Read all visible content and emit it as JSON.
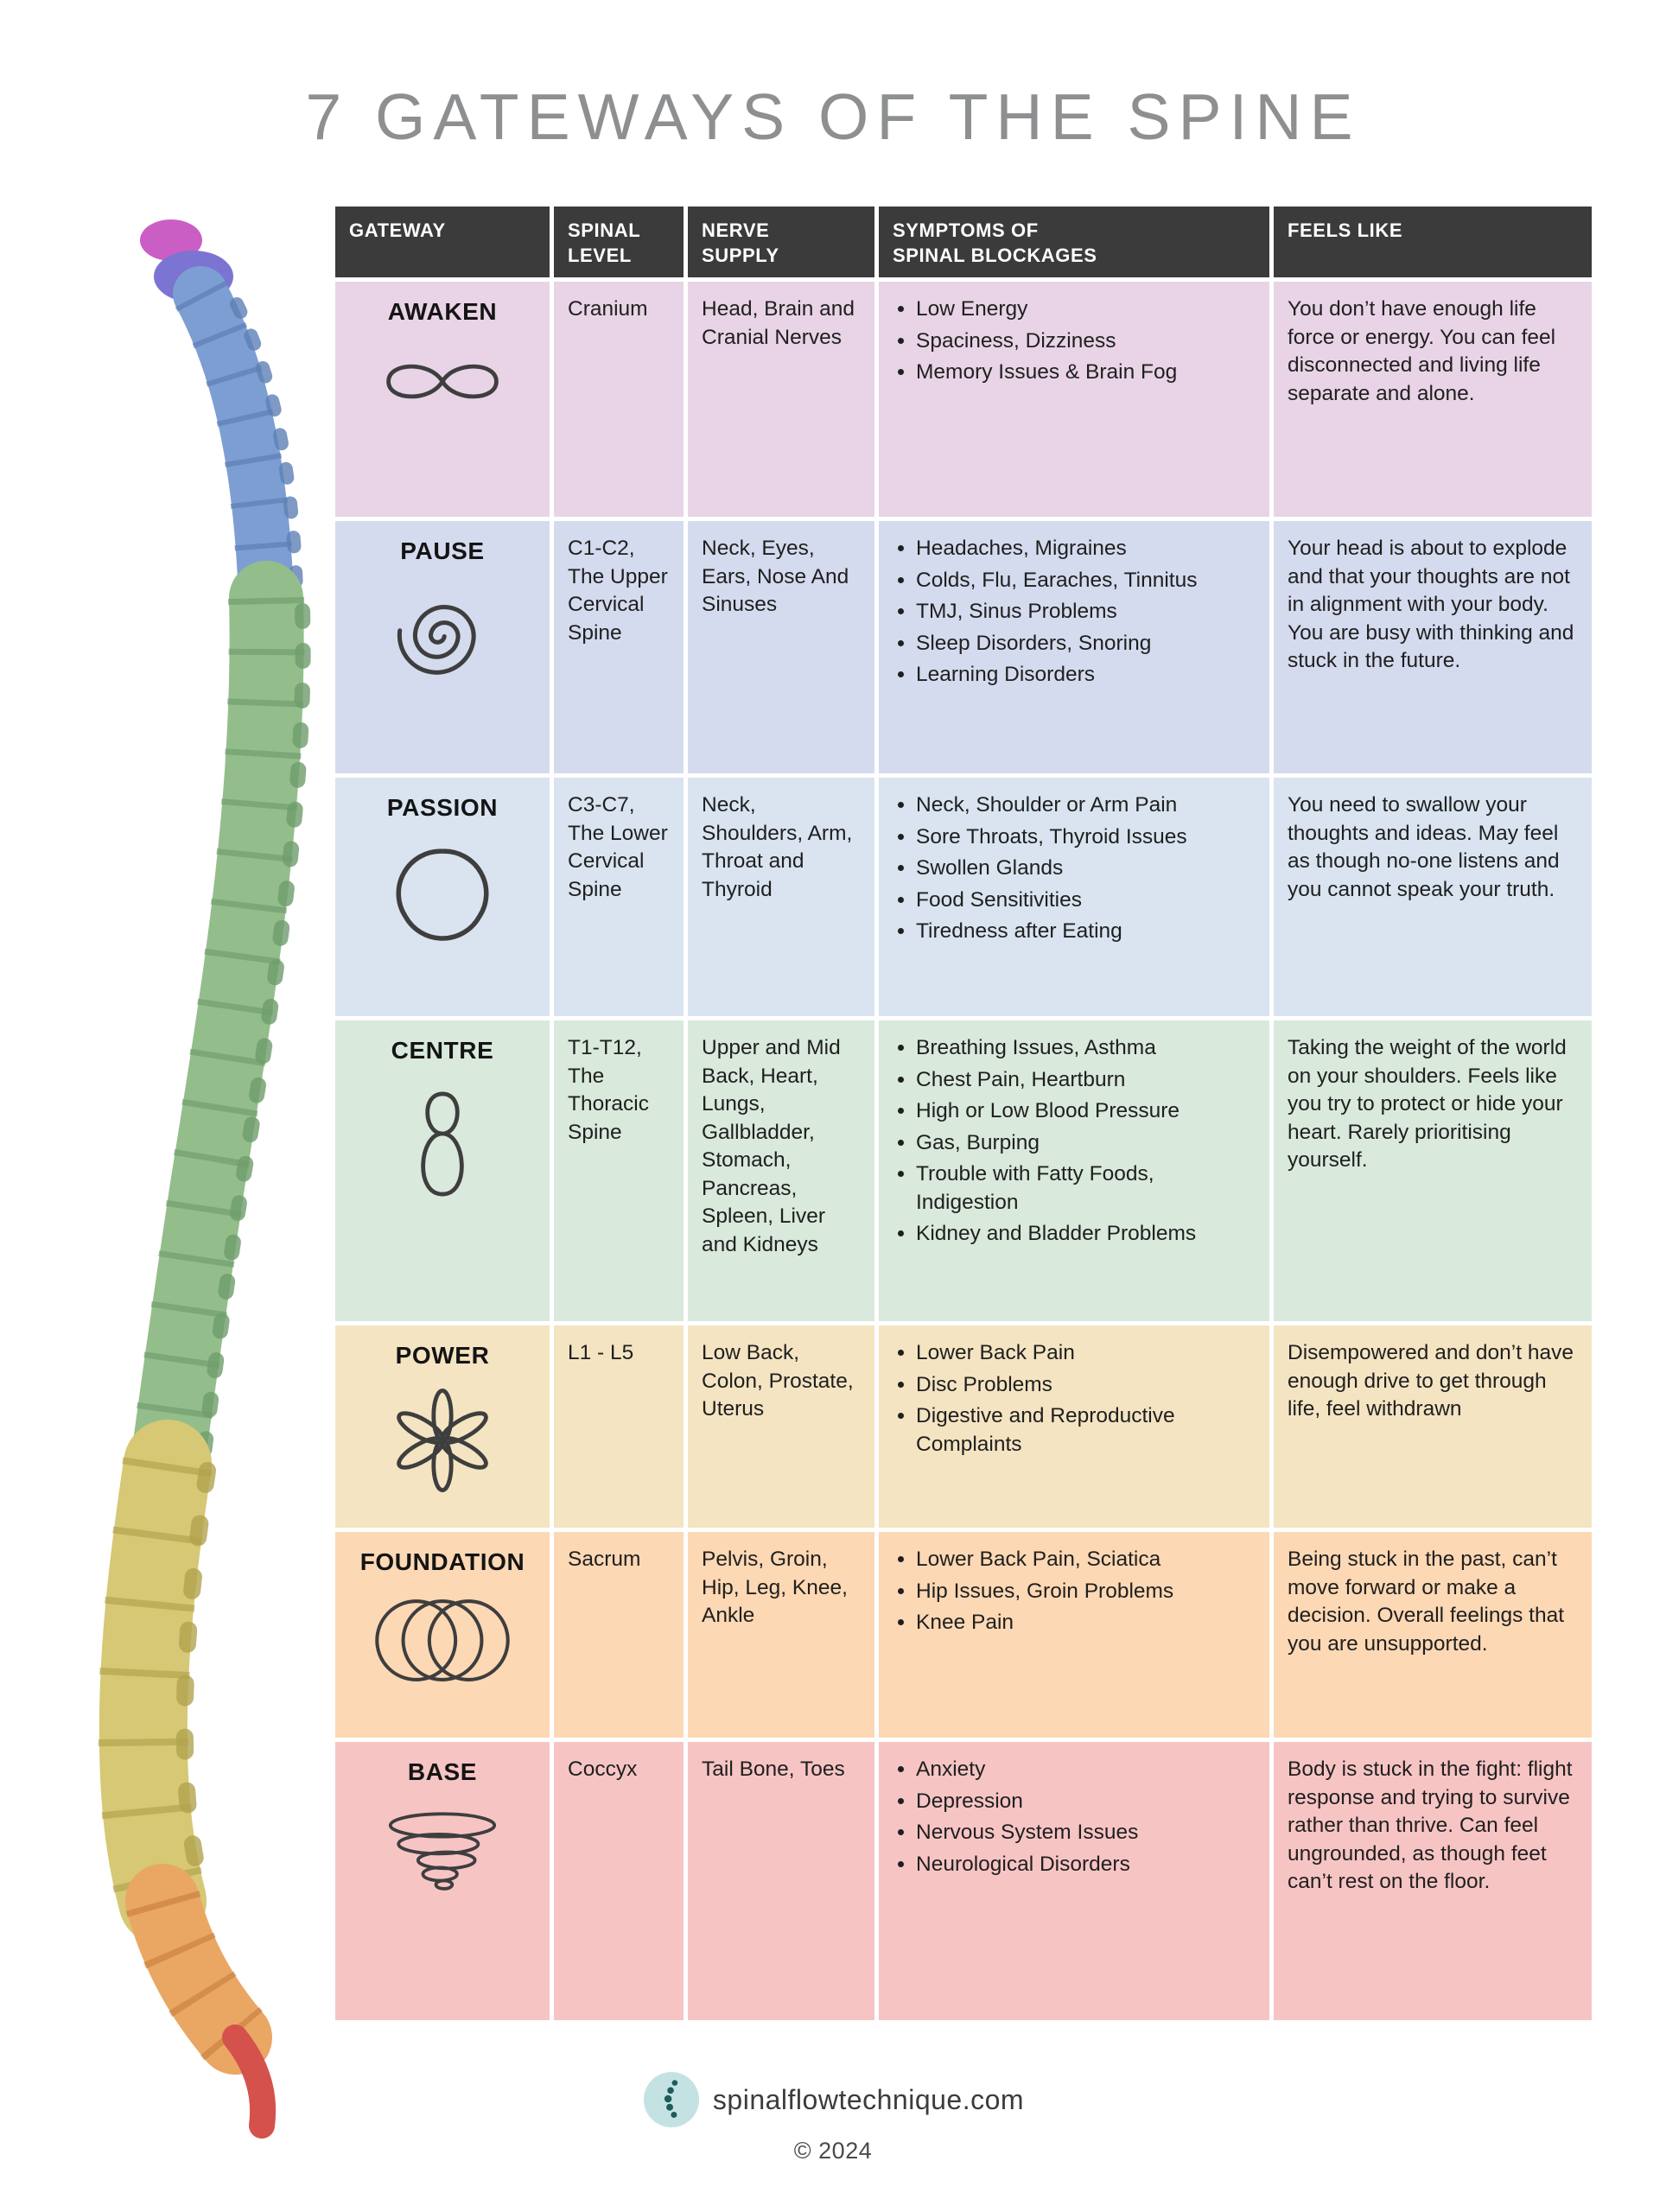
{
  "title": "7 GATEWAYS OF THE SPINE",
  "colors": {
    "header_bg": "#3b3b3b",
    "header_text": "#ffffff",
    "logo_teal": "#c5e2e2",
    "logo_dot_teal": "#1d5c5c"
  },
  "table": {
    "headers": [
      "GATEWAY",
      "SPINAL\nLEVEL",
      "NERVE\nSUPPLY",
      "SYMPTOMS OF\nSPINAL BLOCKAGES",
      "FEELS LIKE"
    ],
    "rows": [
      {
        "gateway": "AWAKEN",
        "icon": "infinity-icon",
        "color": "#e8d4e6",
        "spinal_level": "Cranium",
        "nerve_supply": "Head, Brain and Cranial Nerves",
        "symptoms": [
          "Low Energy",
          "Spaciness, Dizziness",
          "Memory Issues & Brain Fog"
        ],
        "feels_like": "You don’t have enough life force or energy. You can feel disconnected and living life separate and alone."
      },
      {
        "gateway": "PAUSE",
        "icon": "spiral-icon",
        "color": "#d5dbee",
        "spinal_level": "C1-C2, The Upper Cervical Spine",
        "nerve_supply": "Neck, Eyes, Ears, Nose And Sinuses",
        "symptoms": [
          "Headaches, Migraines",
          "Colds, Flu, Earaches, Tinnitus",
          "TMJ, Sinus Problems",
          "Sleep Disorders, Snoring",
          "Learning Disorders"
        ],
        "feels_like": "Your head is about to explode and that your thoughts are not in alignment with your body. You are busy with thinking and stuck in the future."
      },
      {
        "gateway": "PASSION",
        "icon": "triquetra-icon",
        "color": "#d9e4f0",
        "spinal_level": "C3-C7, The Lower Cervical Spine",
        "nerve_supply": "Neck, Shoulders, Arm, Throat and Thyroid",
        "symptoms": [
          "Neck, Shoulder or Arm Pain",
          "Sore Throats, Thyroid Issues",
          "Swollen Glands",
          "Food Sensitivities",
          "Tiredness after Eating"
        ],
        "feels_like": "You need to swallow your thoughts and ideas. May feel as though no-one listens and you cannot speak your truth."
      },
      {
        "gateway": "CENTRE",
        "icon": "figure-eight-icon",
        "color": "#d9e9dc",
        "spinal_level": "T1-T12, The Thoracic Spine",
        "nerve_supply": "Upper and Mid Back, Heart, Lungs, Gallbladder, Stomach, Pancreas, Spleen, Liver and Kidneys",
        "symptoms": [
          "Breathing Issues, Asthma",
          "Chest Pain, Heartburn",
          "High or Low Blood Pressure",
          "Gas, Burping",
          "Trouble with Fatty Foods, Indigestion",
          "Kidney and Bladder Problems"
        ],
        "feels_like": "Taking the weight of the world on your shoulders. Feels like you try to protect or hide your heart. Rarely prioritising yourself."
      },
      {
        "gateway": "POWER",
        "icon": "flower-icon",
        "color": "#f4e4c2",
        "spinal_level": "L1 - L5",
        "nerve_supply": "Low Back, Colon, Prostate, Uterus",
        "symptoms": [
          "Lower Back Pain",
          "Disc Problems",
          "Digestive and Reproductive Complaints"
        ],
        "feels_like": "Disempowered and don’t have enough drive to get through life, feel withdrawn"
      },
      {
        "gateway": "FOUNDATION",
        "icon": "overlapping-circles-icon",
        "color": "#fdd8b4",
        "spinal_level": "Sacrum",
        "nerve_supply": "Pelvis, Groin, Hip, Leg, Knee, Ankle",
        "symptoms": [
          "Lower Back Pain, Sciatica",
          "Hip Issues, Groin Problems",
          "Knee Pain"
        ],
        "feels_like": "Being stuck in the past, can’t move forward or make a decision. Overall feelings that you are unsupported."
      },
      {
        "gateway": "BASE",
        "icon": "vortex-icon",
        "color": "#f7c4c4",
        "spinal_level": "Coccyx",
        "nerve_supply": "Tail Bone, Toes",
        "symptoms": [
          "Anxiety",
          "Depression",
          "Nervous System Issues",
          "Neurological Disorders"
        ],
        "feels_like": "Body is stuck in the fight: flight response and trying to survive rather than thrive. Can feel ungrounded, as though feet can’t rest on the floor."
      }
    ]
  },
  "footer": {
    "website": "spinalflowtechnique.com",
    "copyright": "© 2024"
  }
}
